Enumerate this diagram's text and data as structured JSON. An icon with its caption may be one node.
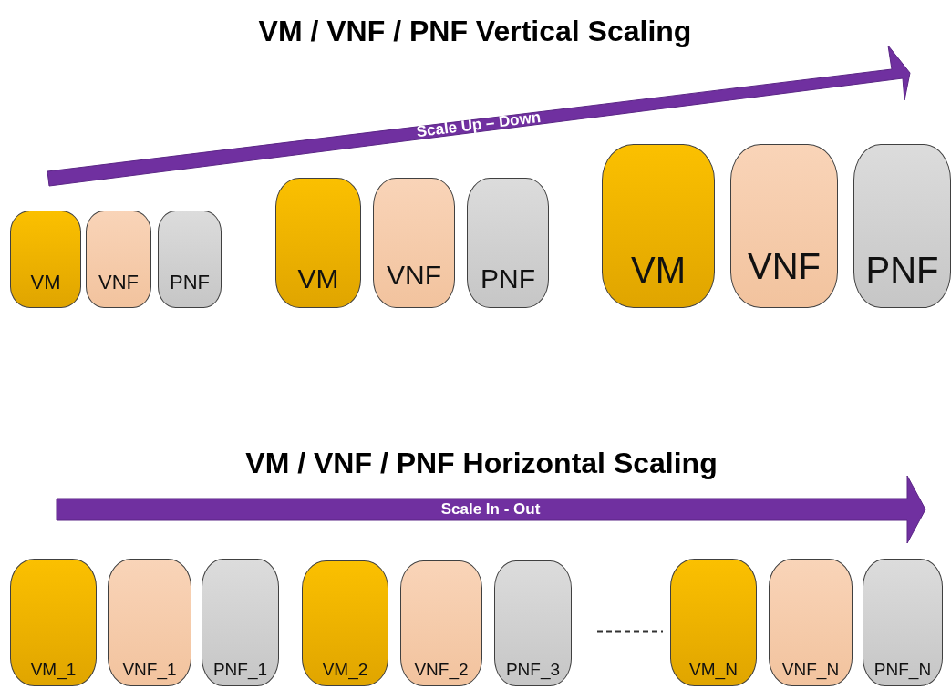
{
  "diagram": {
    "nodes": [
      {
        "text": [
          "VM"
        ]
      },
      {
        "text": [
          "VNF"
        ]
      },
      {
        "text": [
          "PNF"
        ]
      },
      {
        "text": [
          "VM"
        ]
      },
      {
        "text": [
          "VNF"
        ]
      },
      {
        "text": [
          "PNF"
        ]
      },
      {
        "text": [
          "VM"
        ]
      },
      {
        "text": [
          "VNF"
        ]
      },
      {
        "text": [
          "PNF"
        ]
      },
      {
        "text": [
          "VM_1"
        ]
      },
      {
        "text": [
          "VNF_1"
        ]
      },
      {
        "text": [
          "PNF_1"
        ]
      },
      {
        "text": [
          "VM_2"
        ]
      },
      {
        "text": [
          "VNF_2"
        ]
      },
      {
        "text": [
          "PNF_3"
        ]
      },
      {
        "text": [
          "VM_N"
        ]
      },
      {
        "text": [
          "VNF_N"
        ]
      },
      {
        "text": [
          "PNF_N"
        ]
      }
    ],
    "edges": [],
    "labels": [
      "VM / VNF / PNF Vertical Scaling",
      "Scale Up – Down",
      "VM / VNF / PNF Horizontal Scaling",
      "Scale In - Out"
    ]
  }
}
